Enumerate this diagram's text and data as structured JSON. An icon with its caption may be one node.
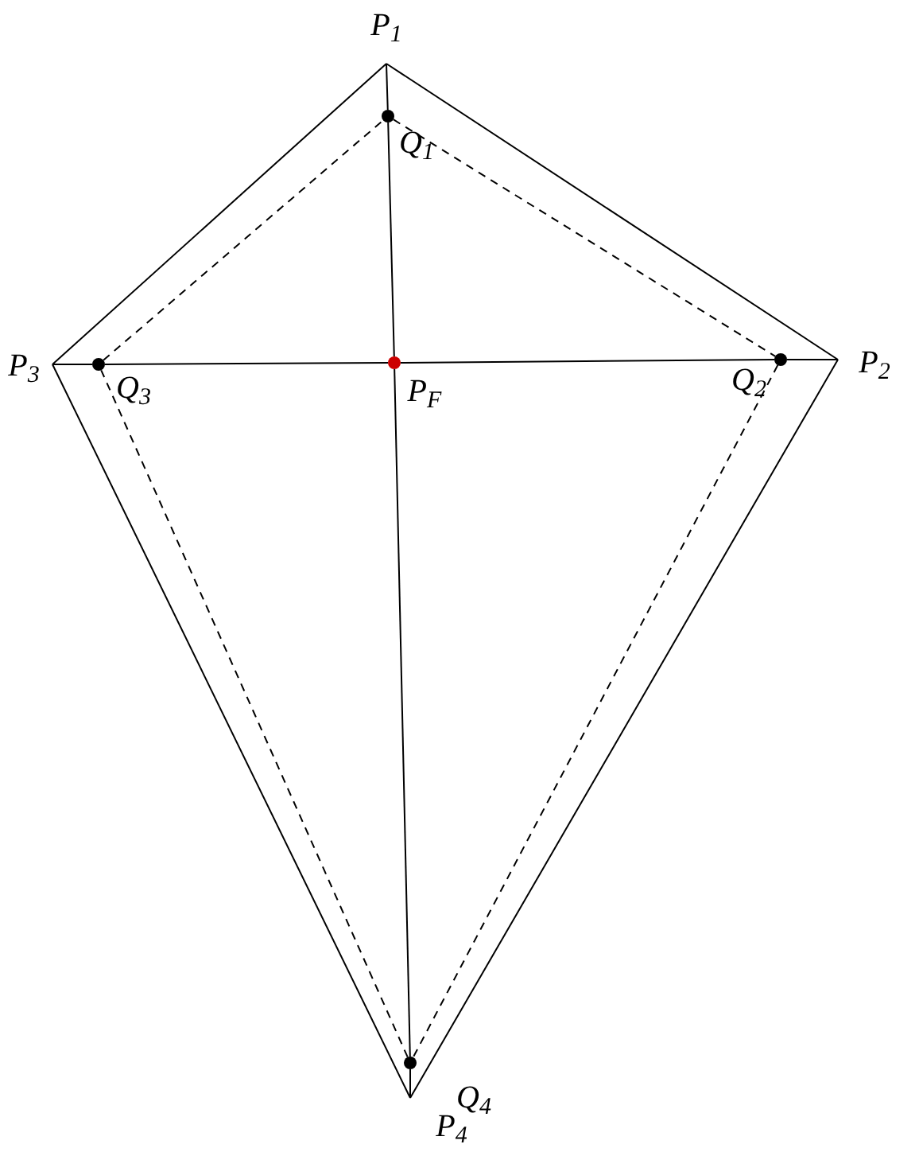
{
  "diagram": {
    "nodes": [
      {
        "text": [
          "P$_{1}$"
        ]
      },
      {
        "text": [
          "P$_{2}$"
        ]
      },
      {
        "text": [
          "P$_{3}$"
        ]
      },
      {
        "text": [
          "P$_{4}$"
        ]
      },
      {
        "text": [
          "Q$_{1}$"
        ]
      },
      {
        "text": [
          "Q$_{2}$"
        ]
      },
      {
        "text": [
          "Q$_{3}$"
        ]
      },
      {
        "text": [
          "Q$_{4}$"
        ]
      },
      {
        "text": [
          "P$_{F}$"
        ]
      }
    ],
    "edges": [
      {
        "from": 0,
        "to": 1,
        "arrow": "none"
      },
      {
        "from": 1,
        "to": 3,
        "arrow": "none"
      },
      {
        "from": 3,
        "to": 2,
        "arrow": "none"
      },
      {
        "from": 2,
        "to": 0,
        "arrow": "none"
      },
      {
        "from": 4,
        "to": 5,
        "arrow": "none",
        "style": "dashed"
      },
      {
        "from": 5,
        "to": 7,
        "arrow": "none",
        "style": "dashed"
      },
      {
        "from": 7,
        "to": 6,
        "arrow": "none",
        "style": "dashed"
      },
      {
        "from": 6,
        "to": 4,
        "arrow": "none",
        "style": "dashed"
      },
      {
        "from": 0,
        "to": 4,
        "arrow": "none"
      },
      {
        "from": 4,
        "to": 8,
        "arrow": "none"
      },
      {
        "from": 8,
        "to": 7,
        "arrow": "none"
      },
      {
        "from": 7,
        "to": 3,
        "arrow": "none"
      },
      {
        "from": 2,
        "to": 6,
        "arrow": "none"
      },
      {
        "from": 6,
        "to": 8,
        "arrow": "none"
      },
      {
        "from": 8,
        "to": 5,
        "arrow": "none"
      },
      {
        "from": 5,
        "to": 1,
        "arrow": "none"
      }
    ]
  }
}
